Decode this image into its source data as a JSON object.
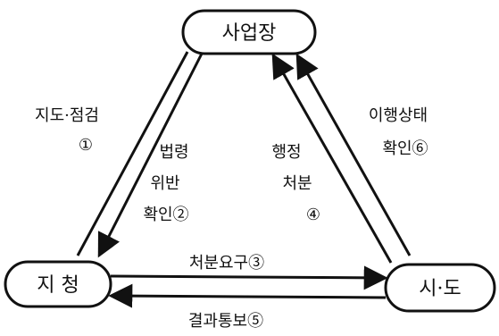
{
  "nodes": {
    "top": "사업장",
    "left": "지 청",
    "right": "시·도"
  },
  "labels": {
    "jido": "지도·점검",
    "jido_num": "①",
    "beop_l1": "법령",
    "beop_l2": "위반",
    "beop_l3": "확인②",
    "haeng_l1": "행정",
    "haeng_l2": "처분",
    "haeng_num": "④",
    "cheobun_yogu": "처분요구③",
    "ihaeng_l1": "이행상태",
    "ihaeng_l2": "확인⑥",
    "gyeolgwa": "결과통보⑤"
  }
}
